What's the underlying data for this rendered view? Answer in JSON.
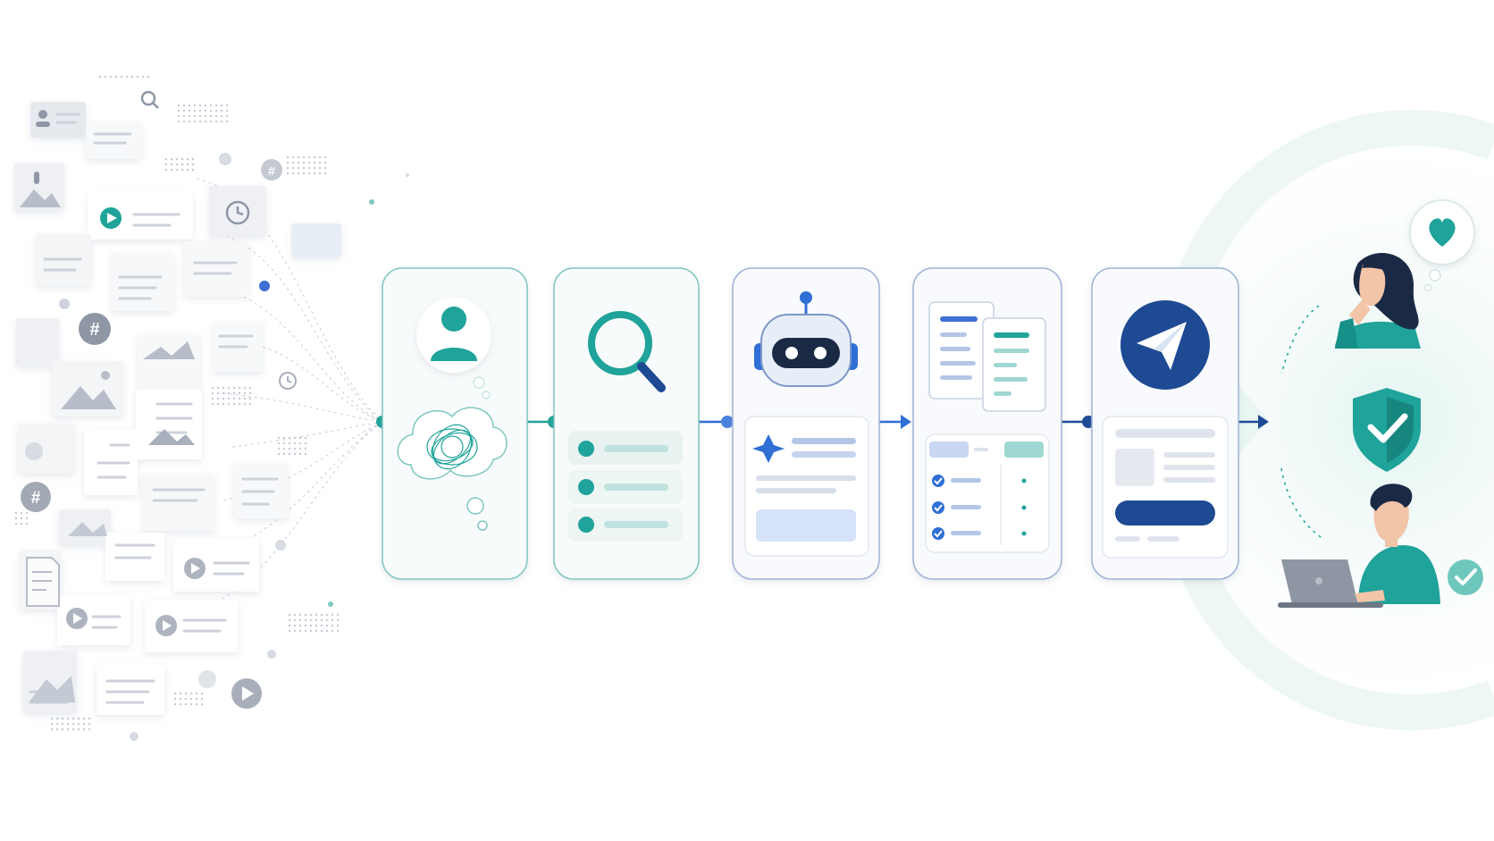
{
  "colors": {
    "teal": "#1fa39a",
    "teal_light": "#cfece8",
    "navy": "#1e4a94",
    "blue": "#2f6fd6",
    "card_border": "#7fc7c1",
    "card_border_blue": "#9fb3d6",
    "gray_doc": "#c8cdd6",
    "gray_icon": "#a9afba"
  },
  "source_icons": [
    "hashtag-icon",
    "play-icon",
    "image-icon",
    "clock-icon",
    "search-icon",
    "document-icon",
    "id-card-icon"
  ],
  "stages": [
    {
      "name": "user-thinking",
      "icons": [
        "user-icon",
        "thought-cloud-icon"
      ]
    },
    {
      "name": "search",
      "icons": [
        "magnifier-icon",
        "result-list-icon"
      ]
    },
    {
      "name": "ai-assistant",
      "icons": [
        "robot-icon",
        "sparkle-icon"
      ]
    },
    {
      "name": "review",
      "icons": [
        "documents-icon",
        "checklist-icon"
      ]
    },
    {
      "name": "send",
      "icons": [
        "paper-plane-icon",
        "confirm-button-icon"
      ]
    }
  ],
  "outcomes": [
    "woman-thinking-icon",
    "heart-bubble-icon",
    "shield-check-icon",
    "man-laptop-icon",
    "check-badge-icon"
  ]
}
